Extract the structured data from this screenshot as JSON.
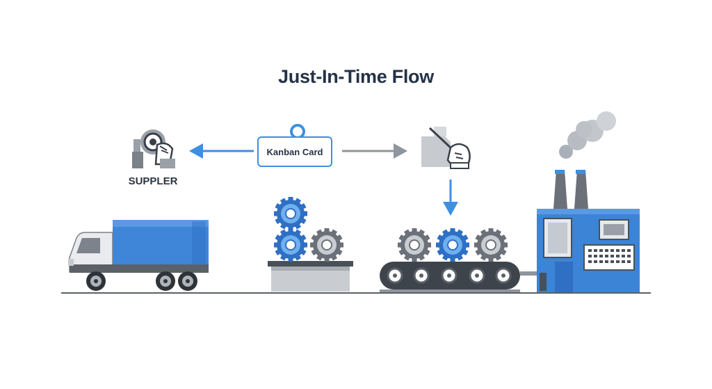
{
  "title": "Just-In-Time Flow",
  "kanban_card_label": "Kanban Card",
  "supplier_label": "SUPPLER",
  "colors": {
    "blue": "#3d8fe0",
    "truck_blue": "#3f86d8",
    "gray": "#8f959c",
    "dark": "#3a4048",
    "text": "#243246",
    "factory_blue": "#3b84d6"
  },
  "icons": {
    "supplier": "supplier-hand-gear-icon",
    "production": "hand-writing-icon",
    "arrow_left": "arrow-left-icon",
    "arrow_right": "arrow-right-icon",
    "arrow_down": "arrow-down-icon"
  }
}
